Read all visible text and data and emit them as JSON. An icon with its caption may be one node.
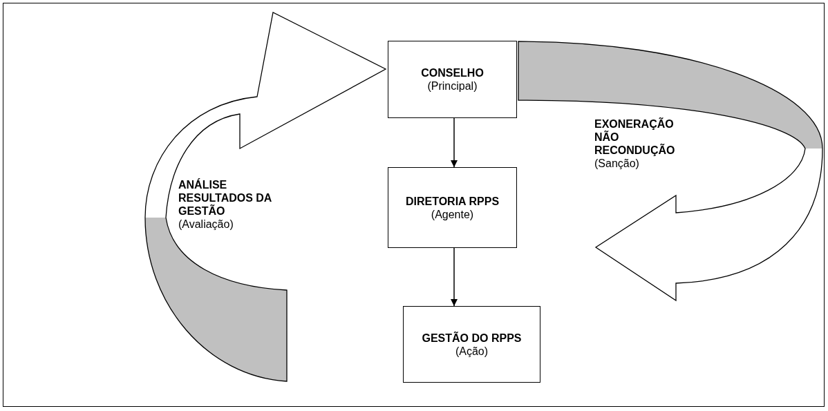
{
  "diagram": {
    "nodes": [
      {
        "text": [
          "CONSELHO",
          "(Principal)"
        ]
      },
      {
        "text": [
          "DIRETORIA RPPS",
          "(Agente)"
        ]
      },
      {
        "text": [
          "GESTÃO DO RPPS",
          "(Ação)"
        ]
      }
    ],
    "edges": [
      {
        "from": 0,
        "to": 1,
        "arrow": "to"
      },
      {
        "from": 1,
        "to": 2,
        "arrow": "to"
      },
      {
        "from": 2,
        "to": 0,
        "arrow": "to",
        "style": "thick",
        "label": "**ANÁLISE RESULTADOS DA GESTÃO** (Avaliação)"
      },
      {
        "from": 0,
        "to": 1,
        "arrow": "to",
        "style": "thick",
        "label": "**EXONERAÇÃO NÃO RECONDUÇÃO** (Sanção)"
      }
    ]
  }
}
